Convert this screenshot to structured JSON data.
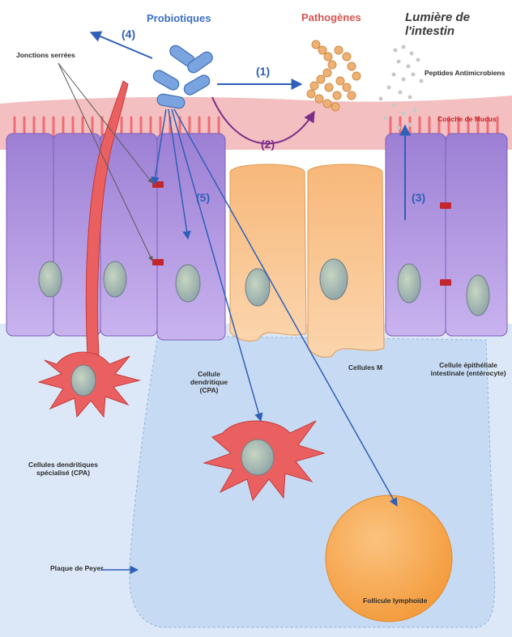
{
  "labels": {
    "lumen": "Lumière de l'intestin",
    "probiotics": "Probiotiques",
    "pathogens": "Pathogènes",
    "tight_junctions": "Jonctions serrées",
    "antimicrobial_peptides": "Peptides Antimicrobiens",
    "mucus_layer": "Couche de Mucus",
    "m_cells": "Cellules M",
    "epithelial_cell": "Cellule épithéliale intestinale (entérocyte)",
    "dendritic_cell": "Cellule dendritique (CPA)",
    "specialized_dendritic": "Cellules dendritiques spécialisé (CPA)",
    "peyer_patch": "Plaque de Peyer",
    "lymphoid_follicle": "Follicule lymphoïde"
  },
  "steps": {
    "s1": "(1)",
    "s2": "(2)",
    "s3": "(3)",
    "s4": "(4)",
    "s5": "(5)"
  },
  "colors": {
    "probiotic": "#5b8fd6",
    "pathogen": "#e8a25a",
    "mucus": "#f0a8ae",
    "epithelium": "#a98bd9",
    "m_cell": "#f9c48f",
    "dendritic": "#e85a5a",
    "follicle": "#f7a24a",
    "peyer": "#cfe0f5",
    "arrow_blue": "#2f5fb8",
    "arrow_purple": "#7b2d8b"
  }
}
